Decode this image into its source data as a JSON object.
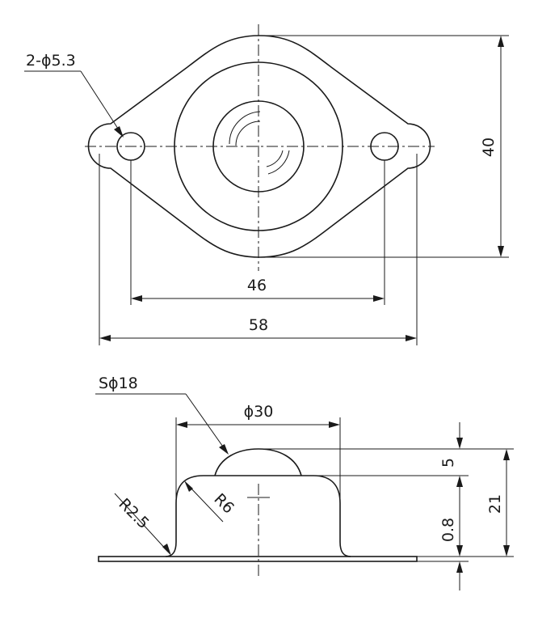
{
  "top_view": {
    "holes_label": "2-ϕ5.3",
    "height_dim": "40",
    "hole_pitch_dim": "46",
    "overall_width_dim": "58"
  },
  "side_view": {
    "ball_label": "Sϕ18",
    "housing_dia_dim": "ϕ30",
    "ball_protrusion_dim": "5",
    "plate_thickness_dim": "0.8",
    "total_height_dim": "21",
    "bend_radius_label": "R2.5",
    "housing_radius_label": "R6"
  }
}
